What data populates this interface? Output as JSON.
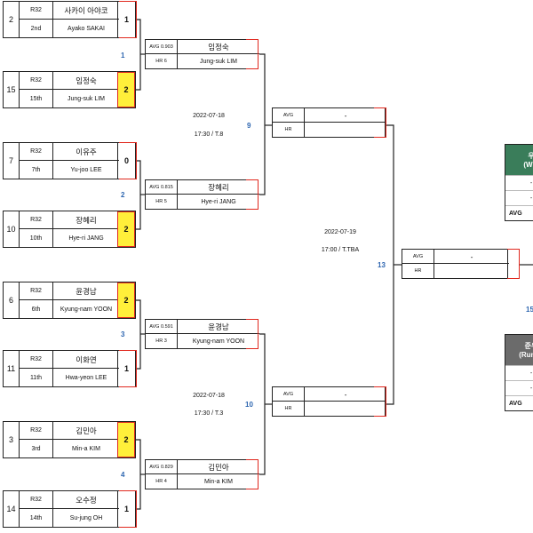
{
  "r32": [
    {
      "seed": "2",
      "round": "R32",
      "rank": "2nd",
      "kname": "사카이 아야코",
      "ename": "Ayako SAKAI",
      "score": "1",
      "win": false
    },
    {
      "seed": "15",
      "round": "R32",
      "rank": "15th",
      "kname": "임정숙",
      "ename": "Jung-suk LIM",
      "score": "2",
      "win": true
    },
    {
      "seed": "7",
      "round": "R32",
      "rank": "7th",
      "kname": "이유주",
      "ename": "Yu-joo LEE",
      "score": "0",
      "win": false
    },
    {
      "seed": "10",
      "round": "R32",
      "rank": "10th",
      "kname": "장혜리",
      "ename": "Hye-ri JANG",
      "score": "2",
      "win": true
    },
    {
      "seed": "6",
      "round": "R32",
      "rank": "6th",
      "kname": "윤경남",
      "ename": "Kyung-nam YOON",
      "score": "2",
      "win": true
    },
    {
      "seed": "11",
      "round": "R32",
      "rank": "11th",
      "kname": "이화연",
      "ename": "Hwa-yeon LEE",
      "score": "1",
      "win": false
    },
    {
      "seed": "3",
      "round": "R32",
      "rank": "3rd",
      "kname": "김민아",
      "ename": "Min-a KIM",
      "score": "2",
      "win": true
    },
    {
      "seed": "14",
      "round": "R32",
      "rank": "14th",
      "kname": "오수정",
      "ename": "Su-jung OH",
      "score": "1",
      "win": false
    }
  ],
  "match_numbers_r32": [
    "1",
    "2",
    "3",
    "4"
  ],
  "r16": [
    {
      "avg": "AVG 0.903",
      "hr": "HR 6",
      "kname": "임정숙",
      "ename": "Jung-suk LIM"
    },
    {
      "avg": "AVG 0.815",
      "hr": "HR 5",
      "kname": "장혜리",
      "ename": "Hye-ri JANG"
    },
    {
      "avg": "AVG 0.591",
      "hr": "HR 3",
      "kname": "윤경남",
      "ename": "Kyung-nam YOON"
    },
    {
      "avg": "AVG 0.829",
      "hr": "HR 4",
      "kname": "김민아",
      "ename": "Min-a KIM"
    }
  ],
  "qf_info": [
    {
      "date": "2022-07-18",
      "time": "17:30 / T.8",
      "match_no": "9"
    },
    {
      "date": "2022-07-18",
      "time": "17:30 / T.3",
      "match_no": "10"
    }
  ],
  "qf": [
    {
      "avg": "AVG",
      "hr": "HR",
      "name": "-"
    },
    {
      "avg": "AVG",
      "hr": "HR",
      "name": "-"
    }
  ],
  "sf_info": {
    "date": "2022-07-19",
    "time": "17:00 / T.TBA",
    "match_no": "13"
  },
  "sf": {
    "avg": "AVG",
    "hr": "HR",
    "name": "-"
  },
  "final_match_no": "15",
  "winner_box": {
    "title": "우",
    "subtitle": "(Win",
    "row1": "-",
    "row2": "-",
    "avg_label": "AVG",
    "color": "#3a7d5a"
  },
  "runner_box": {
    "title": "준우",
    "subtitle": "(Runne",
    "row1": "-",
    "row2": "-",
    "avg_label": "AVG",
    "color": "#6b6b6b"
  },
  "colors": {
    "match_no": "#2e66b0",
    "win_highlight": "#ffef3a",
    "red": "#e0281e"
  }
}
